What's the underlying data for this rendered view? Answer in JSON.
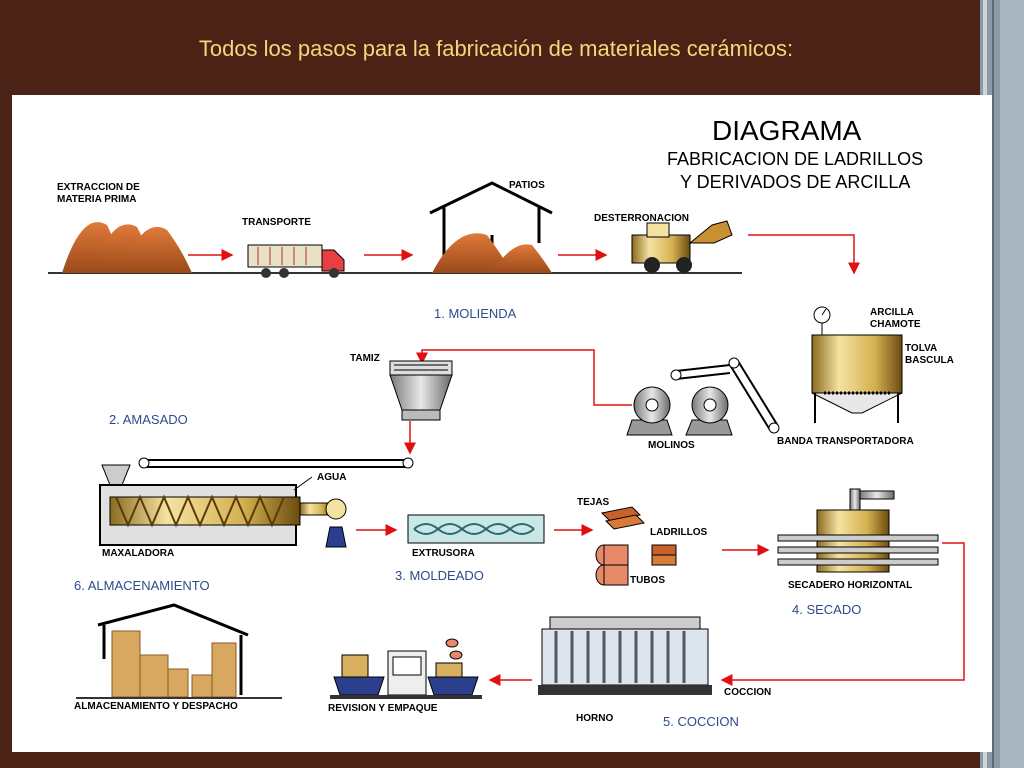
{
  "slide": {
    "title": "Todos los pasos para la fabricación de materiales cerámicos:"
  },
  "diagram": {
    "heading": "DIAGRAMA",
    "subtitle_line1": "FABRICACION DE LADRILLOS",
    "subtitle_line2": "Y DERIVADOS DE ARCILLA",
    "labels": {
      "extraccion_1": "EXTRACCION DE",
      "extraccion_2": "MATERIA PRIMA",
      "transporte": "TRANSPORTE",
      "patios": "PATIOS",
      "desterronacion": "DESTERRONACION",
      "arcilla": "ARCILLA",
      "chamote": "CHAMOTE",
      "tolva": "TOLVA",
      "bascula": "BASCULA",
      "tamiz": "TAMIZ",
      "molinos": "MOLINOS",
      "banda": "BANDA TRANSPORTADORA",
      "agua": "AGUA",
      "maxaladora": "MAXALADORA",
      "extrusora": "EXTRUSORA",
      "tejas": "TEJAS",
      "ladrillos": "LADRILLOS",
      "tubos": "TUBOS",
      "secadero": "SECADERO HORIZONTAL",
      "coccion_lbl": "COCCION",
      "horno": "HORNO",
      "revision": "REVISION Y EMPAQUE",
      "almacenamiento_lbl": "ALMACENAMIENTO Y DESPACHO"
    },
    "steps": {
      "molienda": "1. MOLIENDA",
      "amasado": "2. AMASADO",
      "moldeado": "3. MOLDEADO",
      "secado": "4. SECADO",
      "coccion": "5. COCCION",
      "almacenamiento": "6. ALMACENAMIENTO"
    },
    "colors": {
      "arrow": "#e01010",
      "clay": "#c8622a",
      "gold": "#d8b860",
      "step_text": "#2e4b8c"
    }
  }
}
